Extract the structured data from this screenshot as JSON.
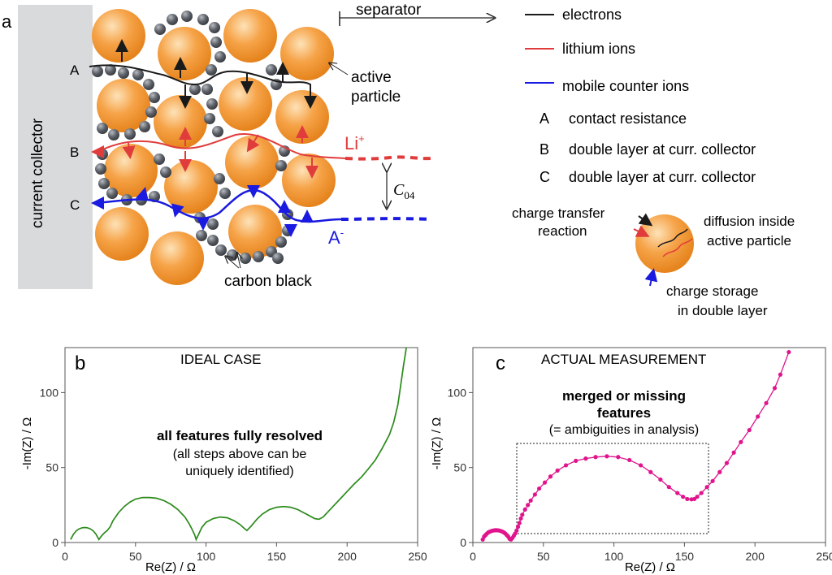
{
  "panel_a": {
    "panel_letter": "a",
    "current_collector": "current collector",
    "separator": "separator",
    "active_particle_line1": "active",
    "active_particle_line2": "particle",
    "carbon_black": "carbon black",
    "label_A": "A",
    "label_B": "B",
    "label_C": "C",
    "li_ion": "Li",
    "li_sup": "+",
    "anion": "A",
    "anion_sup": "-",
    "capacitance": "C",
    "capacitance_sub": "04",
    "legend": {
      "electrons": "electrons",
      "electrons_color": "#1a1a1a",
      "lithium_ions": "lithium ions",
      "lithium_ions_color": "#e03c3c",
      "counter_ions": "mobile counter ions",
      "counter_ions_color": "#1a1ae0",
      "A_letter": "A",
      "A_text": "contact resistance",
      "B_letter": "B",
      "B_text": "double layer at curr. collector",
      "C_letter": "C",
      "C_text": "double layer at curr. collector"
    },
    "inset": {
      "charge_transfer_1": "charge transfer",
      "charge_transfer_2": "reaction",
      "diffusion_1": "diffusion inside",
      "diffusion_2": "active particle",
      "storage_1": "charge storage",
      "storage_2": "in double layer"
    }
  },
  "panel_b": {
    "panel_letter": "b",
    "title": "IDEAL CASE",
    "annotation_bold": "all features fully resolved",
    "annotation_line2": "(all steps above can be",
    "annotation_line3": "uniquely identified)",
    "xlabel": "Re(Z) / Ω",
    "ylabel": "-Im(Z) / Ω",
    "line_color": "#2a8a1a"
  },
  "panel_c": {
    "panel_letter": "c",
    "title": "ACTUAL MEASUREMENT",
    "annotation_bold_1": "merged or missing",
    "annotation_bold_2": "features",
    "annotation_line3": "(= ambiguities in analysis)",
    "xlabel": "Re(Z) / Ω",
    "ylabel": "-Im(Z) / Ω",
    "line_color": "#e0148c"
  },
  "chart_data": [
    {
      "type": "line",
      "title": "IDEAL CASE",
      "xlabel": "Re(Z) / Ω",
      "ylabel": "-Im(Z) / Ω",
      "xlim": [
        0,
        250
      ],
      "ylim": [
        0,
        130
      ],
      "xticks": [
        0,
        50,
        100,
        150,
        200,
        250
      ],
      "yticks": [
        0,
        50,
        100
      ],
      "series": [
        {
          "x": [
            4,
            6,
            8,
            10,
            12,
            14,
            16,
            18,
            20,
            22,
            24,
            26,
            28,
            30,
            32,
            34,
            38,
            42,
            46,
            50,
            55,
            60,
            65,
            70,
            75,
            80,
            85,
            88,
            90,
            92,
            93,
            95,
            97,
            100,
            105,
            110,
            115,
            120,
            124,
            127,
            129,
            132,
            136,
            140,
            145,
            150,
            155,
            160,
            165,
            170,
            174,
            177,
            180,
            183,
            186,
            190,
            195,
            200,
            205,
            210,
            215,
            220,
            225,
            230,
            233,
            236,
            238,
            240,
            241,
            242
          ],
          "y": [
            2,
            5.5,
            7.8,
            9.1,
            9.8,
            10,
            9.8,
            9.1,
            7.8,
            5.5,
            2,
            4.5,
            6.5,
            8,
            10.5,
            14.5,
            20,
            24,
            27,
            29,
            30,
            30,
            29.5,
            28,
            25.5,
            22,
            17,
            12.5,
            9,
            5,
            2,
            6,
            10,
            13.5,
            16,
            17,
            16.5,
            14.5,
            12,
            9.5,
            8,
            11,
            15.5,
            19,
            22,
            23.5,
            24,
            23.5,
            22,
            19.5,
            17.5,
            16,
            15.5,
            17,
            20,
            24,
            29,
            34,
            39,
            43.5,
            49,
            55,
            63,
            72,
            80,
            92,
            105,
            118,
            124,
            130
          ]
        }
      ]
    },
    {
      "type": "scatter",
      "title": "ACTUAL MEASUREMENT",
      "xlabel": "Re(Z) / Ω",
      "ylabel": "-Im(Z) / Ω",
      "xlim": [
        0,
        250
      ],
      "ylim": [
        0,
        130
      ],
      "xticks": [
        0,
        50,
        100,
        150,
        200,
        250
      ],
      "yticks": [
        0,
        50,
        100
      ],
      "series": [
        {
          "x": [
            7,
            8,
            9,
            10,
            11,
            12,
            13,
            14,
            15,
            16,
            17,
            18,
            19,
            20,
            21,
            22,
            23,
            24,
            25,
            26,
            27,
            28,
            29,
            30,
            31,
            32,
            33,
            34,
            35,
            37,
            39,
            41,
            44,
            47,
            51,
            55,
            60,
            66,
            73,
            80,
            87,
            95,
            103,
            111,
            119,
            126,
            133,
            139,
            145,
            149,
            152,
            155,
            157,
            159,
            162,
            166,
            170,
            175,
            180,
            185,
            190,
            196,
            202,
            208,
            214,
            218,
            224
          ],
          "y": [
            2,
            4,
            5,
            6,
            6.8,
            7.2,
            7.6,
            7.9,
            8.1,
            8.2,
            8.2,
            8.1,
            7.9,
            7.6,
            7.2,
            6.7,
            6,
            5,
            4,
            2.5,
            2,
            3,
            4.5,
            6,
            8,
            10.5,
            13,
            16,
            18.5,
            22,
            25,
            28,
            32,
            36,
            40,
            44,
            48,
            51.5,
            54.5,
            56,
            57,
            57.5,
            57,
            55,
            51.5,
            47,
            42,
            37,
            33,
            30.5,
            29,
            28.8,
            29,
            30.5,
            33,
            37,
            41,
            47,
            53,
            60,
            67,
            75,
            84,
            93,
            103,
            112,
            127
          ]
        }
      ]
    }
  ]
}
